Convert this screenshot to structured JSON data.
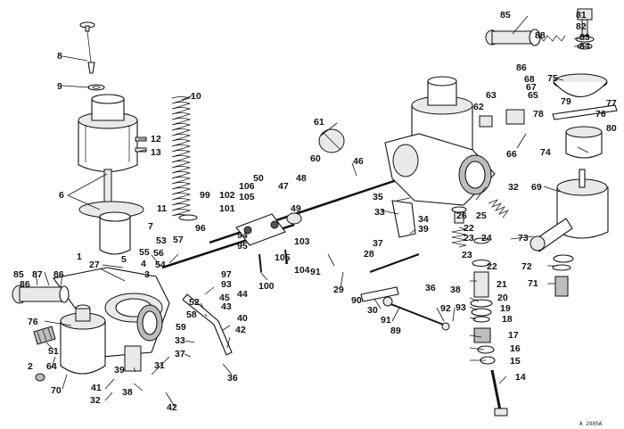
{
  "diagram": {
    "reference_code": "A 2985A",
    "callouts": [
      {
        "id": "c81",
        "label": "81"
      },
      {
        "id": "c82",
        "label": "82"
      },
      {
        "id": "c85",
        "label": "85"
      },
      {
        "id": "c88",
        "label": "88"
      },
      {
        "id": "c83",
        "label": "83"
      },
      {
        "id": "c84",
        "label": "84"
      },
      {
        "id": "c8",
        "label": "8"
      },
      {
        "id": "c86a",
        "label": "86"
      },
      {
        "id": "c75",
        "label": "75"
      },
      {
        "id": "c68",
        "label": "68"
      },
      {
        "id": "c67",
        "label": "67"
      },
      {
        "id": "c9",
        "label": "9"
      },
      {
        "id": "c10",
        "label": "10"
      },
      {
        "id": "c65",
        "label": "65"
      },
      {
        "id": "c63",
        "label": "63"
      },
      {
        "id": "c62",
        "label": "62"
      },
      {
        "id": "c79",
        "label": "79"
      },
      {
        "id": "c77",
        "label": "77"
      },
      {
        "id": "c78",
        "label": "78"
      },
      {
        "id": "c76a",
        "label": "76"
      },
      {
        "id": "c61",
        "label": "61"
      },
      {
        "id": "c80",
        "label": "80"
      },
      {
        "id": "c12",
        "label": "12"
      },
      {
        "id": "c66",
        "label": "66"
      },
      {
        "id": "c60",
        "label": "60"
      },
      {
        "id": "c74",
        "label": "74"
      },
      {
        "id": "c13",
        "label": "13"
      },
      {
        "id": "c46",
        "label": "46"
      },
      {
        "id": "c32a",
        "label": "32"
      },
      {
        "id": "c69",
        "label": "69"
      },
      {
        "id": "c48",
        "label": "48"
      },
      {
        "id": "c50",
        "label": "50"
      },
      {
        "id": "c106",
        "label": "106"
      },
      {
        "id": "c47",
        "label": "47"
      },
      {
        "id": "c6",
        "label": "6"
      },
      {
        "id": "c99",
        "label": "99"
      },
      {
        "id": "c102",
        "label": "102"
      },
      {
        "id": "c105a",
        "label": "105"
      },
      {
        "id": "c35",
        "label": "35"
      },
      {
        "id": "c26",
        "label": "26"
      },
      {
        "id": "c25",
        "label": "25"
      },
      {
        "id": "c11",
        "label": "11"
      },
      {
        "id": "c101",
        "label": "101"
      },
      {
        "id": "c49",
        "label": "49"
      },
      {
        "id": "c33a",
        "label": "33"
      },
      {
        "id": "c34",
        "label": "34"
      },
      {
        "id": "c22a",
        "label": "22"
      },
      {
        "id": "c39a",
        "label": "39"
      },
      {
        "id": "c7",
        "label": "7"
      },
      {
        "id": "c96",
        "label": "96"
      },
      {
        "id": "c103",
        "label": "103"
      },
      {
        "id": "c23a",
        "label": "23"
      },
      {
        "id": "c24",
        "label": "24"
      },
      {
        "id": "c73",
        "label": "73"
      },
      {
        "id": "c53",
        "label": "53"
      },
      {
        "id": "c57",
        "label": "57"
      },
      {
        "id": "c94",
        "label": "94"
      },
      {
        "id": "c37a",
        "label": "37"
      },
      {
        "id": "c1",
        "label": "1"
      },
      {
        "id": "c5",
        "label": "5"
      },
      {
        "id": "c95",
        "label": "95"
      },
      {
        "id": "c105b",
        "label": "105"
      },
      {
        "id": "c91a",
        "label": "91"
      },
      {
        "id": "c28",
        "label": "28"
      },
      {
        "id": "c23b",
        "label": "23"
      },
      {
        "id": "c72",
        "label": "72"
      },
      {
        "id": "c27",
        "label": "27"
      },
      {
        "id": "c4",
        "label": "4"
      },
      {
        "id": "c55",
        "label": "55"
      },
      {
        "id": "c56",
        "label": "56"
      },
      {
        "id": "c54",
        "label": "54"
      },
      {
        "id": "c97",
        "label": "97"
      },
      {
        "id": "c104",
        "label": "104"
      },
      {
        "id": "c22b",
        "label": "22"
      },
      {
        "id": "c85b",
        "label": "85"
      },
      {
        "id": "c87",
        "label": "87"
      },
      {
        "id": "c86b",
        "label": "86"
      },
      {
        "id": "c3",
        "label": "3"
      },
      {
        "id": "c93a",
        "label": "93"
      },
      {
        "id": "c29",
        "label": "29"
      },
      {
        "id": "c71",
        "label": "71"
      },
      {
        "id": "c86c",
        "label": "86"
      },
      {
        "id": "c100",
        "label": "100"
      },
      {
        "id": "c36",
        "label": "36"
      },
      {
        "id": "c38a",
        "label": "38"
      },
      {
        "id": "c21",
        "label": "21"
      },
      {
        "id": "c52",
        "label": "52"
      },
      {
        "id": "c44",
        "label": "44"
      },
      {
        "id": "c45",
        "label": "45"
      },
      {
        "id": "c90",
        "label": "90"
      },
      {
        "id": "c20",
        "label": "20"
      },
      {
        "id": "c43",
        "label": "43"
      },
      {
        "id": "c30",
        "label": "30"
      },
      {
        "id": "c19",
        "label": "19"
      },
      {
        "id": "c92",
        "label": "92"
      },
      {
        "id": "c93b",
        "label": "93"
      },
      {
        "id": "c58",
        "label": "58"
      },
      {
        "id": "c76b",
        "label": "76"
      },
      {
        "id": "c40",
        "label": "40"
      },
      {
        "id": "c91b",
        "label": "91"
      },
      {
        "id": "c18",
        "label": "18"
      },
      {
        "id": "c59",
        "label": "59"
      },
      {
        "id": "c51",
        "label": "51"
      },
      {
        "id": "c89",
        "label": "89"
      },
      {
        "id": "c42a",
        "label": "42"
      },
      {
        "id": "c17",
        "label": "17"
      },
      {
        "id": "c33b",
        "label": "33"
      },
      {
        "id": "c16",
        "label": "16"
      },
      {
        "id": "c37b",
        "label": "37"
      },
      {
        "id": "c15",
        "label": "15"
      },
      {
        "id": "c2",
        "label": "2"
      },
      {
        "id": "c64",
        "label": "64"
      },
      {
        "id": "c39b",
        "label": "39"
      },
      {
        "id": "c31",
        "label": "31"
      },
      {
        "id": "c36b",
        "label": "36"
      },
      {
        "id": "c70",
        "label": "70"
      },
      {
        "id": "c41",
        "label": "41"
      },
      {
        "id": "c14",
        "label": "14"
      },
      {
        "id": "c38b",
        "label": "38"
      },
      {
        "id": "c32b",
        "label": "32"
      },
      {
        "id": "c42b",
        "label": "42"
      }
    ]
  }
}
